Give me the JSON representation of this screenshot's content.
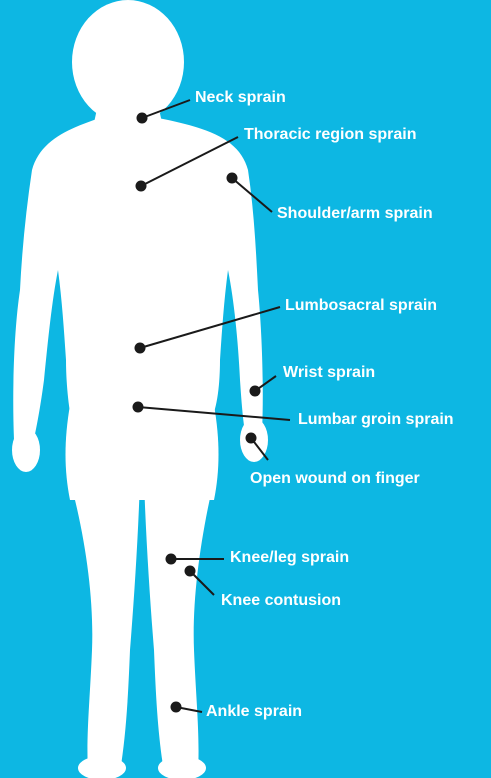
{
  "colors": {
    "background": "#0db7e3",
    "body_silhouette": "#ffffff",
    "leader_line": "#1a1a1a",
    "label_text": "#ffffff"
  },
  "callouts": [
    {
      "id": "neck",
      "label": "Neck sprain"
    },
    {
      "id": "thoracic",
      "label": "Thoracic region sprain"
    },
    {
      "id": "shoulder",
      "label": "Shoulder/arm sprain"
    },
    {
      "id": "lumbosacral",
      "label": "Lumbosacral sprain"
    },
    {
      "id": "wrist",
      "label": "Wrist sprain"
    },
    {
      "id": "lumbar-groin",
      "label": "Lumbar groin sprain"
    },
    {
      "id": "finger",
      "label": "Open wound on finger"
    },
    {
      "id": "knee-leg",
      "label": "Knee/leg sprain"
    },
    {
      "id": "knee-contusion",
      "label": "Knee contusion"
    },
    {
      "id": "ankle",
      "label": "Ankle sprain"
    }
  ]
}
